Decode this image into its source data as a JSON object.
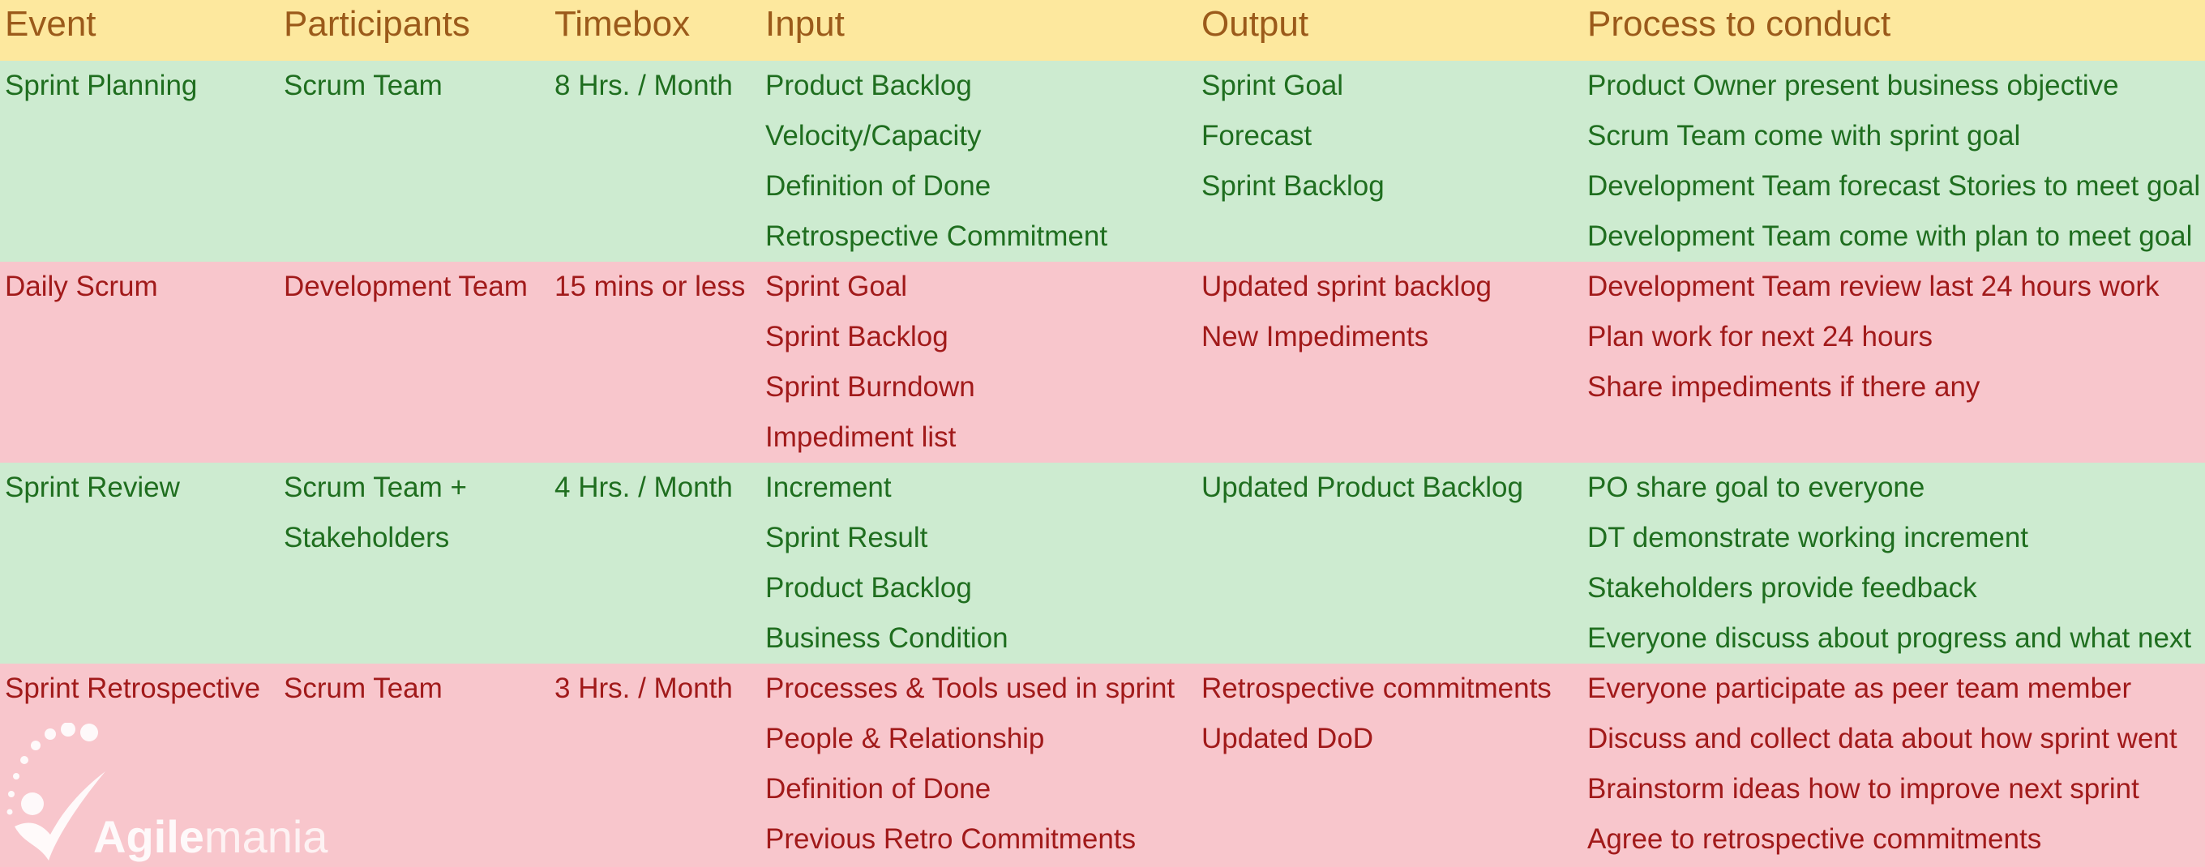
{
  "headers": {
    "event": "Event",
    "participants": "Participants",
    "timebox": "Timebox",
    "input": "Input",
    "output": "Output",
    "process": "Process to conduct"
  },
  "rows": [
    {
      "event": "Sprint Planning",
      "participants": [
        "Scrum Team"
      ],
      "timebox": "8 Hrs.  / Month",
      "input": [
        "Product Backlog",
        "Velocity/Capacity",
        "Definition of Done",
        "Retrospective Commitment"
      ],
      "output": [
        "Sprint Goal",
        "Forecast",
        "Sprint Backlog"
      ],
      "process": [
        "Product Owner present business objective",
        "Scrum Team come with sprint goal",
        "Development Team forecast Stories to meet goal",
        "Development Team come with plan to meet goal"
      ]
    },
    {
      "event": "Daily Scrum",
      "participants": [
        "Development Team"
      ],
      "timebox": "15 mins or less",
      "input": [
        "Sprint Goal",
        "Sprint Backlog",
        "Sprint Burndown",
        "Impediment list"
      ],
      "output": [
        "Updated sprint backlog",
        "New Impediments"
      ],
      "process": [
        "Development Team review last 24 hours work",
        "Plan work for next 24 hours",
        "Share impediments if there any"
      ]
    },
    {
      "event": "Sprint Review",
      "participants": [
        "Scrum Team +",
        "Stakeholders"
      ],
      "timebox": "4 Hrs.  / Month",
      "input": [
        "Increment",
        "Sprint Result",
        "Product Backlog",
        "Business Condition"
      ],
      "output": [
        "Updated Product Backlog"
      ],
      "process": [
        "PO share goal to everyone",
        "DT demonstrate working increment",
        "Stakeholders provide feedback",
        "Everyone discuss about progress and what next"
      ]
    },
    {
      "event": "Sprint Retrospective",
      "participants": [
        "Scrum Team"
      ],
      "timebox": "3 Hrs.  / Month",
      "input": [
        "Processes & Tools used in sprint",
        "People & Relationship",
        "Definition of Done",
        "Previous Retro Commitments"
      ],
      "output": [
        "Retrospective commitments",
        "Updated DoD"
      ],
      "process": [
        "Everyone participate as peer team member",
        "Discuss and collect data about how sprint went",
        "Brainstorm ideas how to improve next sprint",
        "Agree to retrospective commitments"
      ]
    }
  ],
  "logo": {
    "bold": "Agile",
    "light": "mania"
  }
}
